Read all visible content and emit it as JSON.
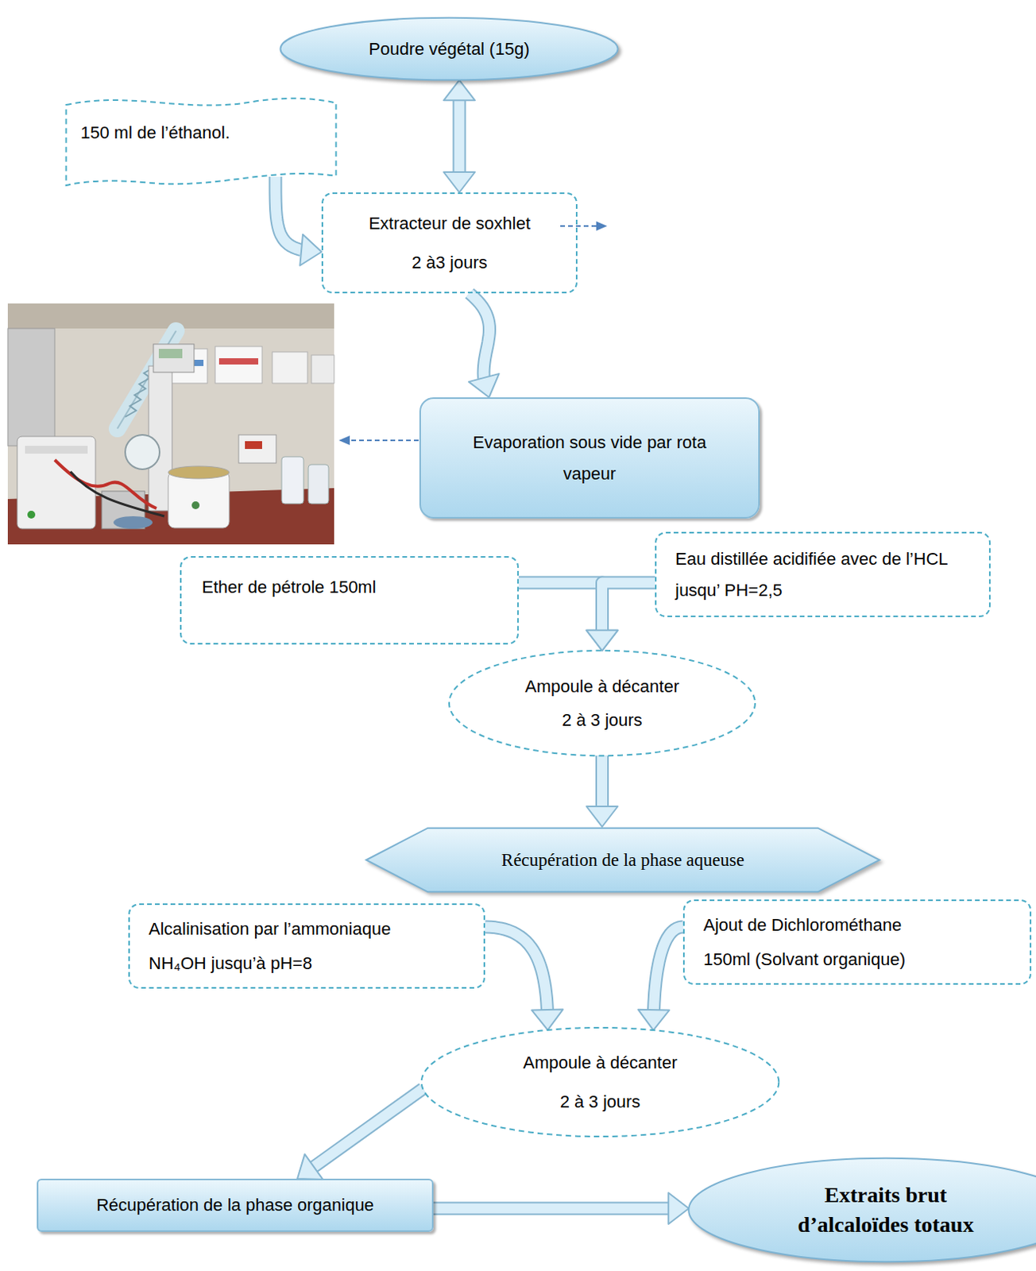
{
  "diagram": {
    "nodes": [
      {
        "text": [
          "Poudre végétal (15g)"
        ]
      },
      {
        "text": [
          "150 ml de l’éthanol."
        ]
      },
      {
        "text": [
          "Extracteur de soxhlet",
          "2 à3 jours"
        ]
      },
      {
        "text": [
          "Evaporation sous vide par rota vapeur"
        ]
      },
      {
        "text": [
          "Ether de pétrole 150ml"
        ]
      },
      {
        "text": [
          "Eau distillée acidifiée avec de l’HCL jusqu’ PH=2,5"
        ]
      },
      {
        "text": [
          "Ampoule à décanter",
          "2 à 3 jours"
        ]
      },
      {
        "text": [
          "Récupération de la phase aqueuse"
        ]
      },
      {
        "text": [
          "Alcalinisation par l’ammoniaque NH₄OH jusqu’à pH=8"
        ]
      },
      {
        "text": [
          "Ajout de Dichlorométhane 150ml (Solvant organique)"
        ]
      },
      {
        "text": [
          "Ampoule à décanter",
          "2 à 3 jours"
        ]
      },
      {
        "text": [
          "Récupération de la phase organique"
        ]
      },
      {
        "text": [
          "Extraits brut d’alcaloïdes totaux"
        ]
      }
    ],
    "edges": [
      {
        "from": 0,
        "to": 2,
        "arrow": "both"
      },
      {
        "from": 1,
        "to": 2,
        "arrow": "to"
      },
      {
        "from": 2,
        "to": 3,
        "arrow": "to"
      },
      {
        "from": 4,
        "to": 6,
        "arrow": "to"
      },
      {
        "from": 5,
        "to": 6,
        "arrow": "to"
      },
      {
        "from": 6,
        "to": 7,
        "arrow": "to"
      },
      {
        "from": 8,
        "to": 10,
        "arrow": "to"
      },
      {
        "from": 9,
        "to": 10,
        "arrow": "to"
      },
      {
        "from": 10,
        "to": 11,
        "arrow": "to"
      },
      {
        "from": 11,
        "to": 12,
        "arrow": "to"
      }
    ]
  }
}
